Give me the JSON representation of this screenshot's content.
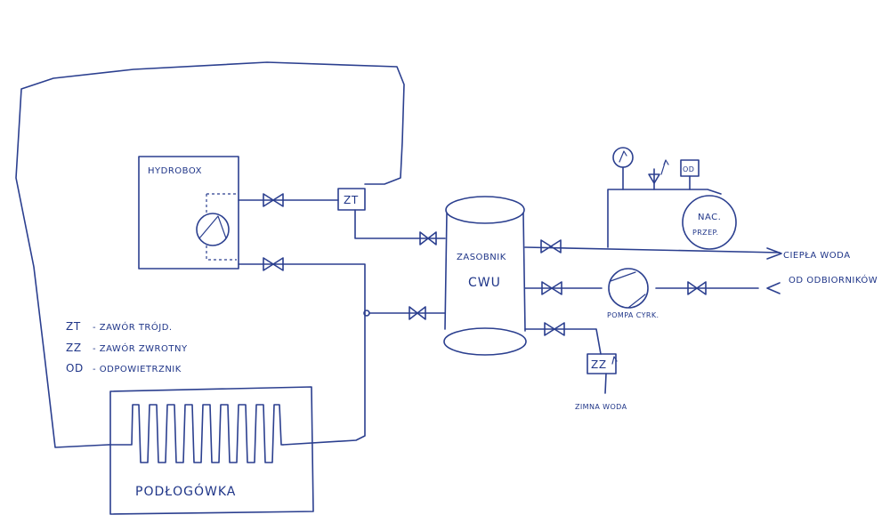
{
  "colors": {
    "ink": "#2b3f8f",
    "paper": "#ffffff"
  },
  "labels": {
    "hydrobox": "HYDROBOX",
    "zt_valve": "ZT",
    "tank_line1": "ZASOBNIK",
    "tank_line2": "CWU",
    "expansion_line1": "NAC.",
    "expansion_line2": "PRZEP.",
    "hot_water": "CIEPŁA WODA",
    "from_consumers": "OD ODBIORNIKÓW",
    "circ_pump": "POMPA CYRK.",
    "check_valve": "ZZ",
    "cold_water": "ZIMNA WODA",
    "vent": "OD",
    "floor_heating": "PODŁOGÓWKA",
    "gauge_icon": "pressure-gauge",
    "safety_icon": "safety-valve"
  },
  "legend": [
    {
      "code": "ZT",
      "text": "- ZAWÓR TRÓJD."
    },
    {
      "code": "ZZ",
      "text": "- ZAWÓR ZWROTNY"
    },
    {
      "code": "OD",
      "text": "- ODPOWIETRZNIK"
    }
  ]
}
